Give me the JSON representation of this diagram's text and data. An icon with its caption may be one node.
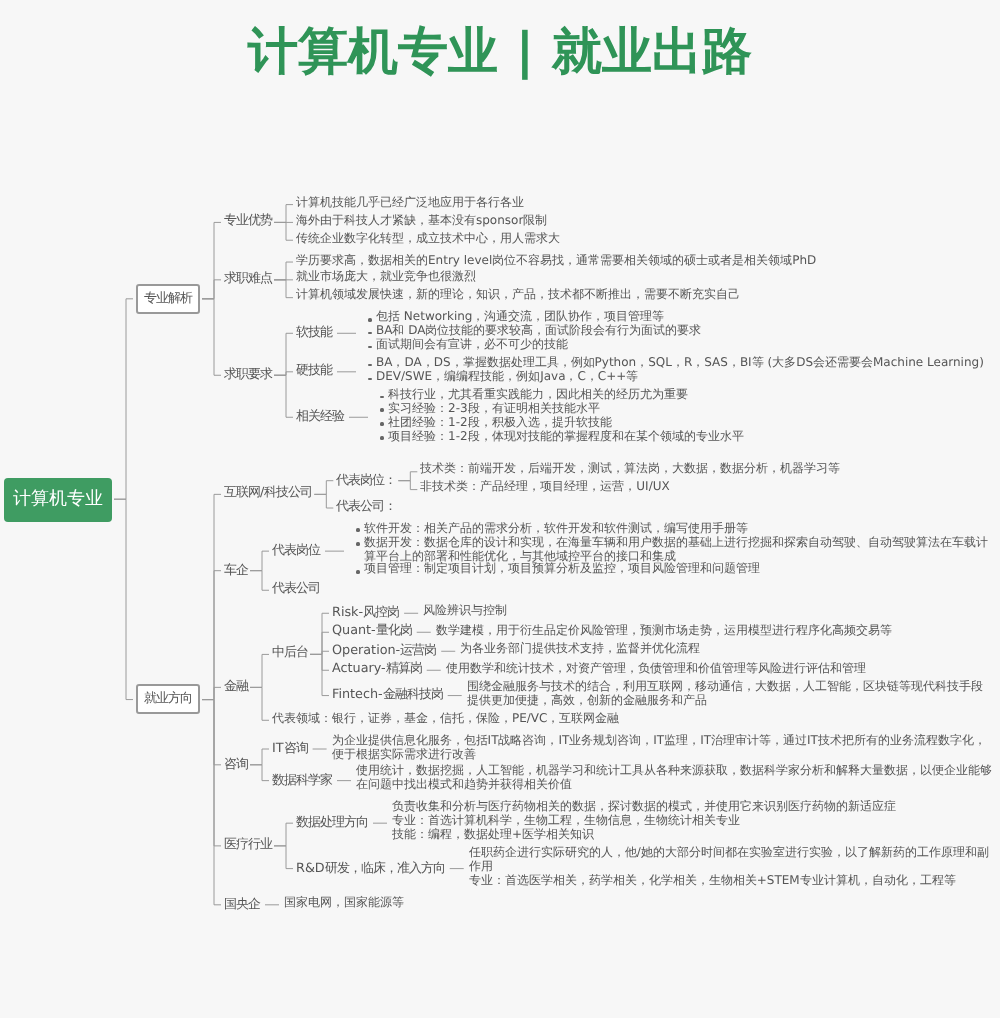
{
  "diagram": {
    "title": "计算机专业 | 就业出路",
    "nodes": [
      {
        "text": [
          "计算机专业"
        ]
      },
      {
        "text": [
          "专业解析"
        ]
      },
      {
        "text": [
          "专业优势"
        ]
      },
      {
        "text": [
          "计算机技能几乎已经广泛地应用于各行各业"
        ]
      },
      {
        "text": [
          "海外由于科技人才紧缺，基本没有sponsor限制"
        ]
      },
      {
        "text": [
          "传统企业数字化转型，成立技术中心，用人需求大"
        ]
      },
      {
        "text": [
          "求职难点"
        ]
      },
      {
        "text": [
          "学历要求高，数据相关的Entry level岗位不容易找，通常需要相关领域的硕士或者是相关领域PhD"
        ]
      },
      {
        "text": [
          "就业市场庞大，就业竞争也很激烈"
        ]
      },
      {
        "text": [
          "计算机领域发展快速，新的理论，知识，产品，技术都不断推出，需要不断充实自己"
        ]
      },
      {
        "text": [
          "求职要求"
        ]
      },
      {
        "text": [
          "软技能"
        ]
      },
      {
        "text": [
          "包括 Networking，沟通交流，团队协作，项目管理等",
          "BA和 DA岗位技能的要求较高，面试阶段会有行为面试的要求",
          "面试期间会有宣讲，必不可少的技能"
        ]
      },
      {
        "text": [
          "硬技能"
        ]
      },
      {
        "text": [
          "BA，DA，DS，掌握数据处理工具，例如Python，SQL，R，SAS，BI等 (大多DS会还需要会Machine Learning)",
          "DEV/SWE，编编程技能，例如Java，C，C++等"
        ]
      },
      {
        "text": [
          "相关经验"
        ]
      },
      {
        "text": [
          "科技行业，尤其看重实践能力，因此相关的经历尤为重要",
          "实习经验：2-3段，有证明相关技能水平",
          "社团经验：1-2段，积极入选，提升软技能",
          "项目经验：1-2段，体现对技能的掌握程度和在某个领域的专业水平"
        ]
      },
      {
        "text": [
          "就业方向"
        ]
      },
      {
        "text": [
          "互联网/科技公司"
        ]
      },
      {
        "text": [
          "代表岗位："
        ]
      },
      {
        "text": [
          "技术类：前端开发，后端开发，测试，算法岗，大数据，数据分析，机器学习等"
        ]
      },
      {
        "text": [
          "非技术类：产品经理，项目经理，运营，UI/UX"
        ]
      },
      {
        "text": [
          "代表公司："
        ]
      },
      {
        "text": [
          "车企"
        ]
      },
      {
        "text": [
          "代表岗位"
        ]
      },
      {
        "text": [
          "软件开发：相关产品的需求分析，软件开发和软件测试，编写使用手册等",
          "数据开发：数据仓库的设计和实现，在海量车辆和用户数据的基础上进行挖掘和探索自动驾驶、自动驾驶算法在车载计算平台上的部署和性能优化，与其他域控平台的接口和集成",
          "项目管理：制定项目计划，项目预算分析及监控，项目风险管理和问题管理"
        ]
      },
      {
        "text": [
          "代表公司"
        ]
      },
      {
        "text": [
          "金融"
        ]
      },
      {
        "text": [
          "中后台"
        ]
      },
      {
        "text": [
          "Risk-风控岗"
        ]
      },
      {
        "text": [
          "风险辨识与控制"
        ]
      },
      {
        "text": [
          "Quant-量化岗"
        ]
      },
      {
        "text": [
          "数学建模，用于衍生品定价风险管理，预测市场走势，运用模型进行程序化高频交易等"
        ]
      },
      {
        "text": [
          "Operation-运营岗"
        ]
      },
      {
        "text": [
          "为各业务部门提供技术支持，监督并优化流程"
        ]
      },
      {
        "text": [
          "Actuary-精算岗"
        ]
      },
      {
        "text": [
          "使用数学和统计技术，对资产管理，负债管理和价值管理等风险进行评估和管理"
        ]
      },
      {
        "text": [
          "Fintech-金融科技岗"
        ]
      },
      {
        "text": [
          "围绕金融服务与技术的结合，利用互联网，移动通信，大数据，人工智能，区块链等现代科技手段提供更加便捷，高效，创新的金融服务和产品"
        ]
      },
      {
        "text": [
          "代表领域：银行，证券，基金，信托，保险，PE/VC，互联网金融"
        ]
      },
      {
        "text": [
          "咨询"
        ]
      },
      {
        "text": [
          "IT咨询"
        ]
      },
      {
        "text": [
          "为企业提供信息化服务，包括IT战略咨询，IT业务规划咨询，IT监理，IT治理审计等，通过IT技术把所有的业务流程数字化，便于根据实际需求进行改善"
        ]
      },
      {
        "text": [
          "数据科学家"
        ]
      },
      {
        "text": [
          "使用统计，数据挖掘，人工智能，机器学习和统计工具从各种来源获取，数据科学家分析和解释大量数据，以便企业能够在问题中找出模式和趋势并获得相关价值"
        ]
      },
      {
        "text": [
          "医疗行业"
        ]
      },
      {
        "text": [
          "数据处理方向"
        ]
      },
      {
        "text": [
          "负责收集和分析与医疗药物相关的数据，探讨数据的模式，并使用它来识别医疗药物的新适应症",
          "专业：首选计算机科学，生物工程，生物信息，生物统计相关专业",
          "技能：编程，数据处理+医学相关知识"
        ]
      },
      {
        "text": [
          "R&D研发，临床，准入方向"
        ]
      },
      {
        "text": [
          "任职药企进行实际研究的人，他/她的大部分时间都在实验室进行实验，以了解新药的工作原理和副作用",
          "专业：首选医学相关，药学相关，化学相关，生物相关+STEM专业计算机，自动化，工程等"
        ]
      },
      {
        "text": [
          "国央企"
        ]
      },
      {
        "text": [
          "国家电网，国家能源等"
        ]
      }
    ],
    "edges": [
      {
        "from": 0,
        "to": 1,
        "arrow": "none"
      },
      {
        "from": 0,
        "to": 17,
        "arrow": "none"
      },
      {
        "from": 1,
        "to": 2,
        "arrow": "none"
      },
      {
        "from": 1,
        "to": 6,
        "arrow": "none"
      },
      {
        "from": 1,
        "to": 10,
        "arrow": "none"
      },
      {
        "from": 2,
        "to": 3,
        "arrow": "none"
      },
      {
        "from": 2,
        "to": 4,
        "arrow": "none"
      },
      {
        "from": 2,
        "to": 5,
        "arrow": "none"
      },
      {
        "from": 6,
        "to": 7,
        "arrow": "none"
      },
      {
        "from": 6,
        "to": 8,
        "arrow": "none"
      },
      {
        "from": 6,
        "to": 9,
        "arrow": "none"
      },
      {
        "from": 10,
        "to": 11,
        "arrow": "none"
      },
      {
        "from": 10,
        "to": 13,
        "arrow": "none"
      },
      {
        "from": 10,
        "to": 15,
        "arrow": "none"
      },
      {
        "from": 11,
        "to": 12,
        "arrow": "none"
      },
      {
        "from": 13,
        "to": 14,
        "arrow": "none"
      },
      {
        "from": 15,
        "to": 16,
        "arrow": "none"
      },
      {
        "from": 17,
        "to": 18,
        "arrow": "none"
      },
      {
        "from": 17,
        "to": 23,
        "arrow": "none"
      },
      {
        "from": 17,
        "to": 27,
        "arrow": "none"
      },
      {
        "from": 17,
        "to": 40,
        "arrow": "none"
      },
      {
        "from": 17,
        "to": 45,
        "arrow": "none"
      },
      {
        "from": 17,
        "to": 50,
        "arrow": "none"
      },
      {
        "from": 18,
        "to": 19,
        "arrow": "none"
      },
      {
        "from": 18,
        "to": 22,
        "arrow": "none"
      },
      {
        "from": 19,
        "to": 20,
        "arrow": "none"
      },
      {
        "from": 19,
        "to": 21,
        "arrow": "none"
      },
      {
        "from": 23,
        "to": 24,
        "arrow": "none"
      },
      {
        "from": 23,
        "to": 26,
        "arrow": "none"
      },
      {
        "from": 24,
        "to": 25,
        "arrow": "none"
      },
      {
        "from": 27,
        "to": 28,
        "arrow": "none"
      },
      {
        "from": 27,
        "to": 39,
        "arrow": "none"
      },
      {
        "from": 28,
        "to": 29,
        "arrow": "none"
      },
      {
        "from": 28,
        "to": 31,
        "arrow": "none"
      },
      {
        "from": 28,
        "to": 33,
        "arrow": "none"
      },
      {
        "from": 28,
        "to": 35,
        "arrow": "none"
      },
      {
        "from": 28,
        "to": 37,
        "arrow": "none"
      },
      {
        "from": 29,
        "to": 30,
        "arrow": "none"
      },
      {
        "from": 31,
        "to": 32,
        "arrow": "none"
      },
      {
        "from": 33,
        "to": 34,
        "arrow": "none"
      },
      {
        "from": 35,
        "to": 36,
        "arrow": "none"
      },
      {
        "from": 37,
        "to": 38,
        "arrow": "none"
      },
      {
        "from": 40,
        "to": 41,
        "arrow": "none"
      },
      {
        "from": 40,
        "to": 43,
        "arrow": "none"
      },
      {
        "from": 41,
        "to": 42,
        "arrow": "none"
      },
      {
        "from": 43,
        "to": 44,
        "arrow": "none"
      },
      {
        "from": 45,
        "to": 46,
        "arrow": "none"
      },
      {
        "from": 45,
        "to": 48,
        "arrow": "none"
      },
      {
        "from": 46,
        "to": 47,
        "arrow": "none"
      },
      {
        "from": 48,
        "to": 49,
        "arrow": "none"
      },
      {
        "from": 50,
        "to": 51,
        "arrow": "none"
      }
    ]
  }
}
